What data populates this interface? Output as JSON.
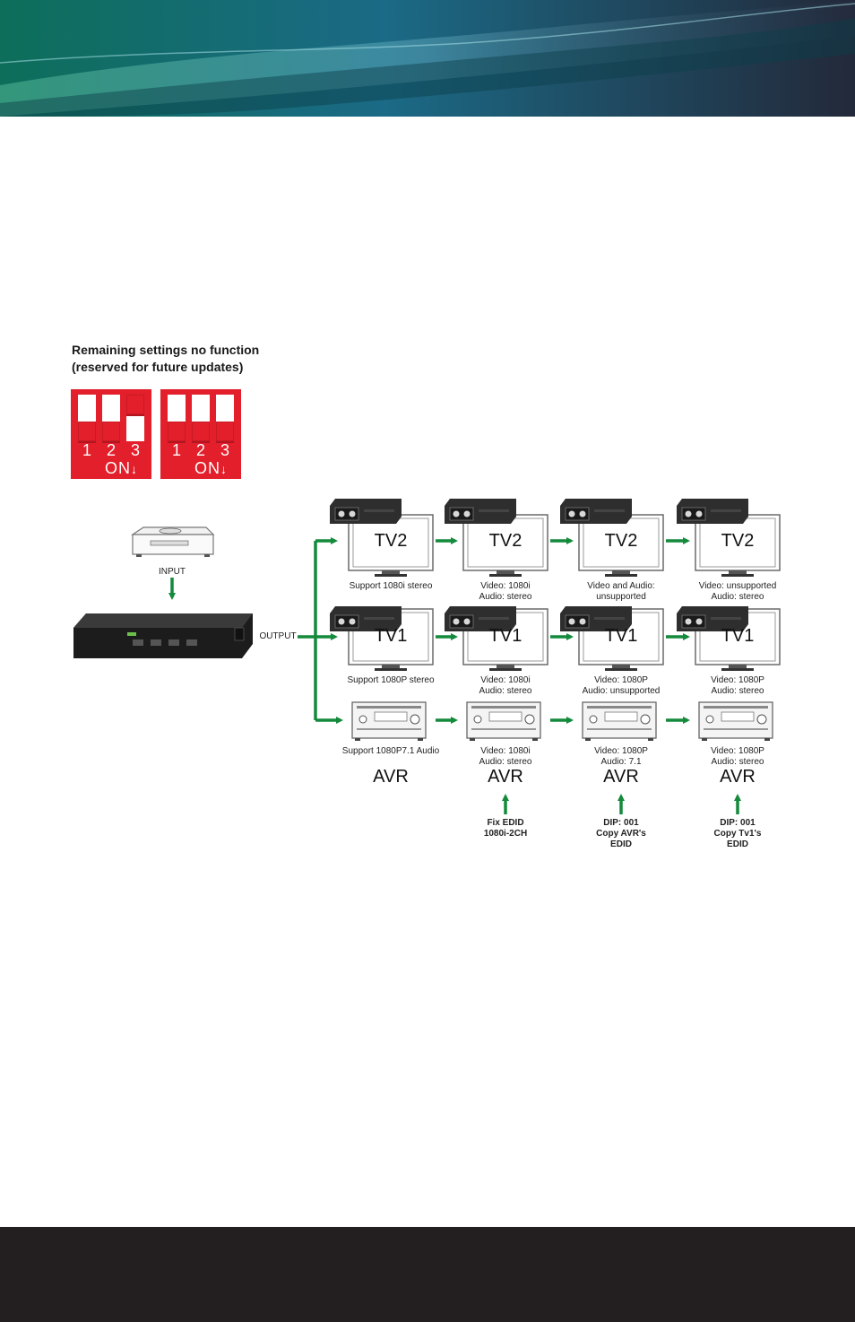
{
  "header": {
    "colors": {
      "start": "#0b6f5c",
      "mid": "#1f6f8f",
      "end": "#2a2f3a"
    }
  },
  "note": {
    "line1": "Remaining settings no function",
    "line2": "(reserved for future updates)"
  },
  "dip_switches": [
    {
      "numbers": [
        "1",
        "2",
        "3"
      ],
      "on_label": "ON",
      "states": [
        "on",
        "on",
        "off"
      ]
    },
    {
      "numbers": [
        "1",
        "2",
        "3"
      ],
      "on_label": "ON",
      "states": [
        "on",
        "on",
        "on"
      ]
    }
  ],
  "source": {
    "label": "INPUT"
  },
  "switcher": {
    "output_label": "OUTPUT"
  },
  "columns": [
    {
      "tv2_label": "TV2",
      "tv2_desc": "Support 1080i stereo",
      "tv1_label": "TV1",
      "tv1_desc": "Support 1080P stereo",
      "avr_desc": "Support 1080P7.1 Audio",
      "avr_label": "AVR"
    },
    {
      "tv2_label": "TV2",
      "tv2_desc": "Video: 1080i\nAudio: stereo",
      "tv1_label": "TV1",
      "tv1_desc": "Video: 1080i\nAudio: stereo",
      "avr_desc": "Video: 1080i\nAudio: stereo",
      "avr_label": "AVR",
      "edid_note": "Fix EDID\n1080i-2CH"
    },
    {
      "tv2_label": "TV2",
      "tv2_desc": "Video and Audio:\nunsupported",
      "tv1_label": "TV1",
      "tv1_desc": "Video: 1080P\nAudio: unsupported",
      "avr_desc": "Video: 1080P\nAudio: 7.1",
      "avr_label": "AVR",
      "edid_note": "DIP: 001\nCopy AVR's\nEDID"
    },
    {
      "tv2_label": "TV2",
      "tv2_desc": "Video: unsupported\nAudio: stereo",
      "tv1_label": "TV1",
      "tv1_desc": "Video: 1080P\nAudio: stereo",
      "avr_desc": "Video: 1080P\nAudio: stereo",
      "avr_label": "AVR",
      "edid_note": "DIP: 001\nCopy Tv1's\nEDID"
    }
  ],
  "colors": {
    "arrow": "#148a3c",
    "dip_red": "#e21f2a",
    "footer": "#231f20"
  }
}
